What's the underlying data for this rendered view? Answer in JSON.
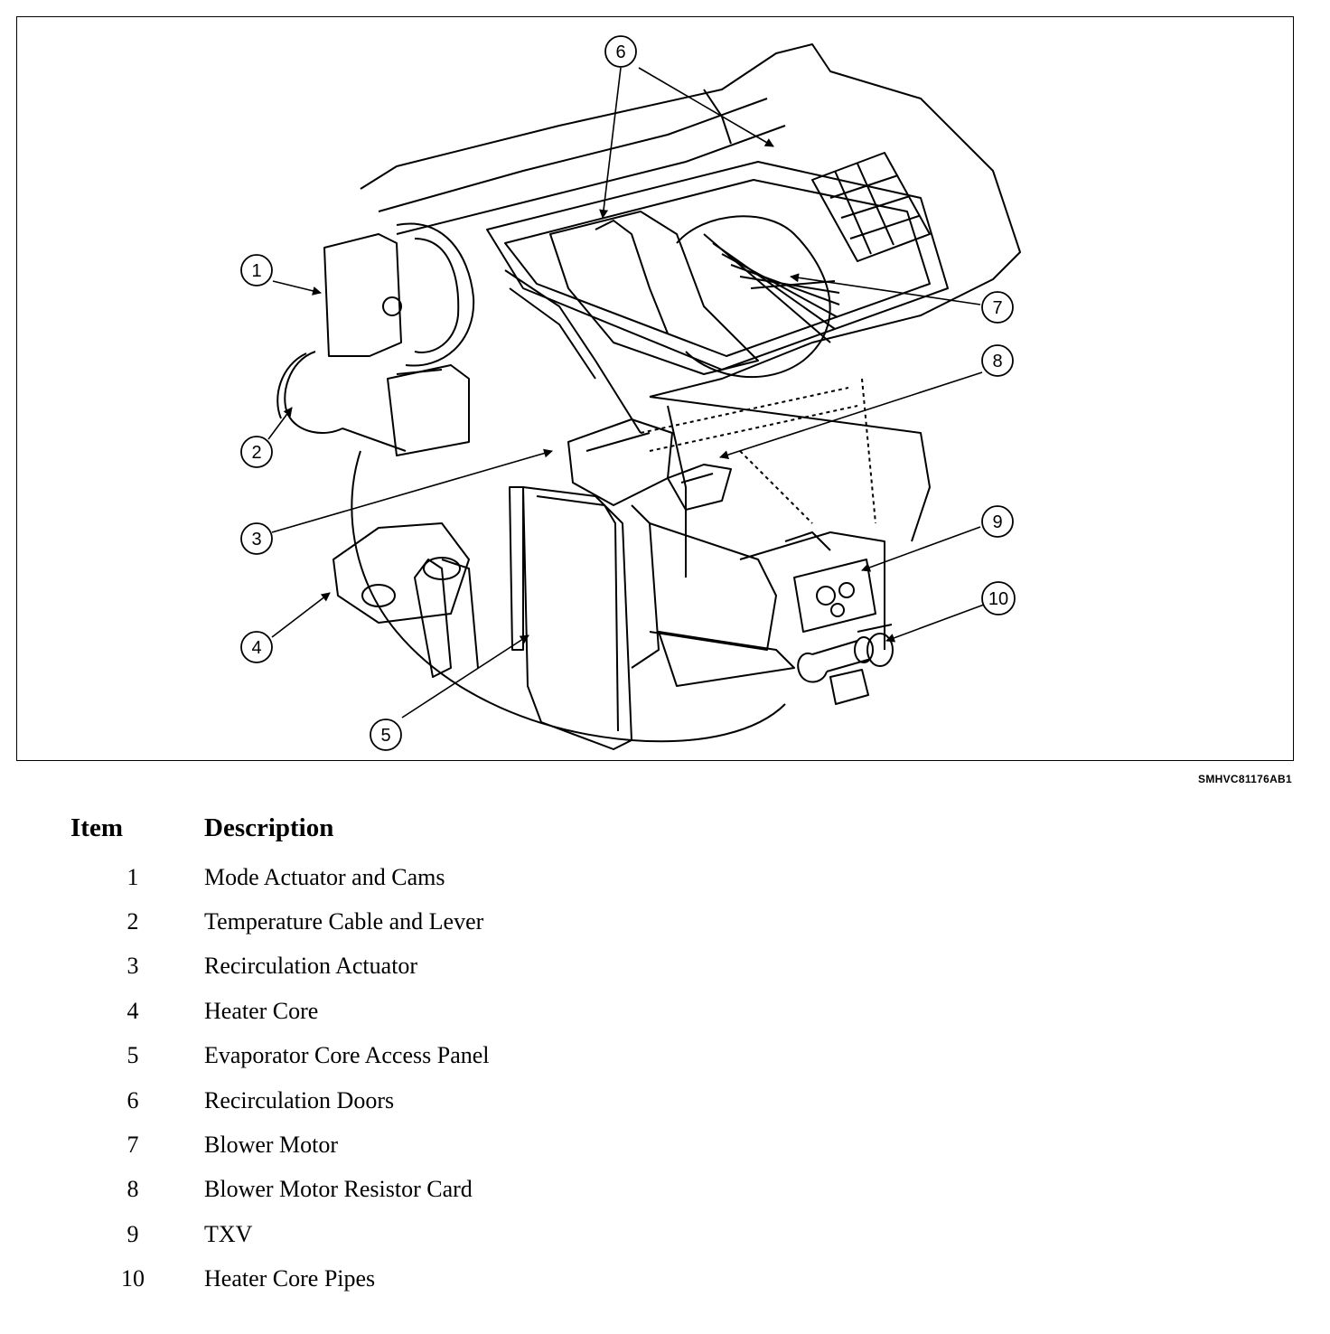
{
  "figure_id": "SMHVC81176AB1",
  "callouts": [
    "1",
    "2",
    "3",
    "4",
    "5",
    "6",
    "7",
    "8",
    "9",
    "10"
  ],
  "legend": {
    "header_item": "Item",
    "header_description": "Description",
    "rows": [
      {
        "item": "1",
        "description": "Mode Actuator and Cams"
      },
      {
        "item": "2",
        "description": "Temperature Cable and Lever"
      },
      {
        "item": "3",
        "description": "Recirculation Actuator"
      },
      {
        "item": "4",
        "description": "Heater Core"
      },
      {
        "item": "5",
        "description": "Evaporator Core Access Panel"
      },
      {
        "item": "6",
        "description": "Recirculation Doors"
      },
      {
        "item": "7",
        "description": "Blower Motor"
      },
      {
        "item": "8",
        "description": "Blower Motor Resistor Card"
      },
      {
        "item": "9",
        "description": "TXV"
      },
      {
        "item": "10",
        "description": "Heater Core Pipes"
      }
    ]
  }
}
